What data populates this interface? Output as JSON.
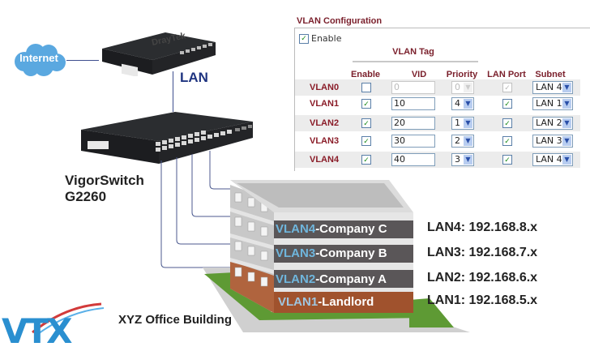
{
  "diagram": {
    "internet_label": "Internet",
    "lan_label": "LAN",
    "router_brand": "DrayTek",
    "switch_label_line1": "VigorSwitch",
    "switch_label_line2": "G2260",
    "building_label": "XYZ Office Building",
    "logo_text": "VTX",
    "floors": [
      {
        "vlan": "VLAN4",
        "name": "-Company C",
        "color": "#5a5658"
      },
      {
        "vlan": "VLAN3",
        "name": "-Company B",
        "color": "#5a5658"
      },
      {
        "vlan": "VLAN2",
        "name": "-Company A",
        "color": "#5a5658"
      },
      {
        "vlan": "VLAN1",
        "name": "-Landlord",
        "color": "#a0522d"
      }
    ],
    "lan_subnets": [
      "LAN4: 192.168.8.x",
      "LAN3: 192.168.7.x",
      "LAN2: 192.168.6.x",
      "LAN1: 192.168.5.x"
    ]
  },
  "vlan_config": {
    "title": "VLAN Configuration",
    "enable_label": "Enable",
    "enable_checked": true,
    "vlan_tag_label": "VLAN Tag",
    "headers": {
      "enable": "Enable",
      "vid": "VID",
      "priority": "Priority",
      "lan_port": "LAN Port",
      "subnet": "Subnet"
    },
    "rows": [
      {
        "name": "VLAN0",
        "enable": false,
        "vid": "0",
        "priority": "0",
        "lan_port": true,
        "subnet": "LAN 4",
        "disabled": true
      },
      {
        "name": "VLAN1",
        "enable": true,
        "vid": "10",
        "priority": "4",
        "lan_port": true,
        "subnet": "LAN 1",
        "disabled": false
      },
      {
        "name": "VLAN2",
        "enable": true,
        "vid": "20",
        "priority": "1",
        "lan_port": true,
        "subnet": "LAN 2",
        "disabled": false
      },
      {
        "name": "VLAN3",
        "enable": true,
        "vid": "30",
        "priority": "2",
        "lan_port": true,
        "subnet": "LAN 3",
        "disabled": false
      },
      {
        "name": "VLAN4",
        "enable": true,
        "vid": "40",
        "priority": "3",
        "lan_port": true,
        "subnet": "LAN 4",
        "disabled": false
      }
    ]
  }
}
